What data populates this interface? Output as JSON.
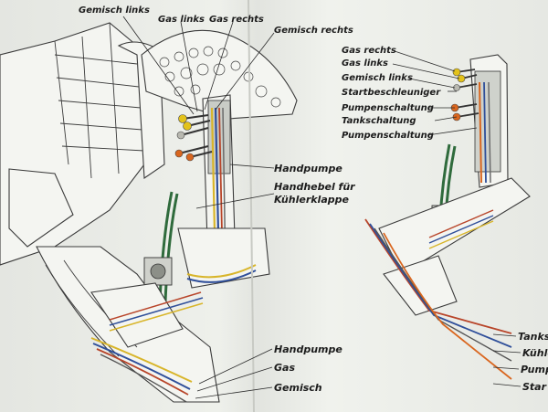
{
  "left_labels": {
    "top_gemisch_links": "Gemisch links",
    "top_gas_links": "Gas links",
    "top_gas_rechts": "Gas rechts",
    "gemisch_rechts": "Gemisch rechts",
    "handpumpe": "Handpumpe",
    "handhebel_line1": "Handhebel für",
    "handhebel_line2": "Kühlerklappe",
    "bottom_handpumpe": "Handpumpe",
    "bottom_gas": "Gas",
    "bottom_gemisch": "Gemisch"
  },
  "right_labels": {
    "gas_rechts": "Gas rechts",
    "gas_links": "Gas links",
    "gemisch_links": "Gemisch links",
    "startbeschleuniger": "Startbeschleuniger",
    "pumpenschaltung_1": "Pumpenschaltung",
    "tankschaltung": "Tankschaltung",
    "pumpenschaltung_2": "Pumpenschaltung",
    "tanks_cut": "Tanks",
    "kuhle_cut": "Kühle",
    "pump_cut": "Pump",
    "star_cut": "Star"
  },
  "colors": {
    "knob_yellow": "#e3c21a",
    "knob_orange": "#d9661f",
    "wire_green": "#2f6b3c",
    "wire_red": "#b8452a",
    "wire_blue": "#2f4f9a",
    "wire_yellow": "#d8b52a",
    "ink": "#1c1c1c"
  }
}
